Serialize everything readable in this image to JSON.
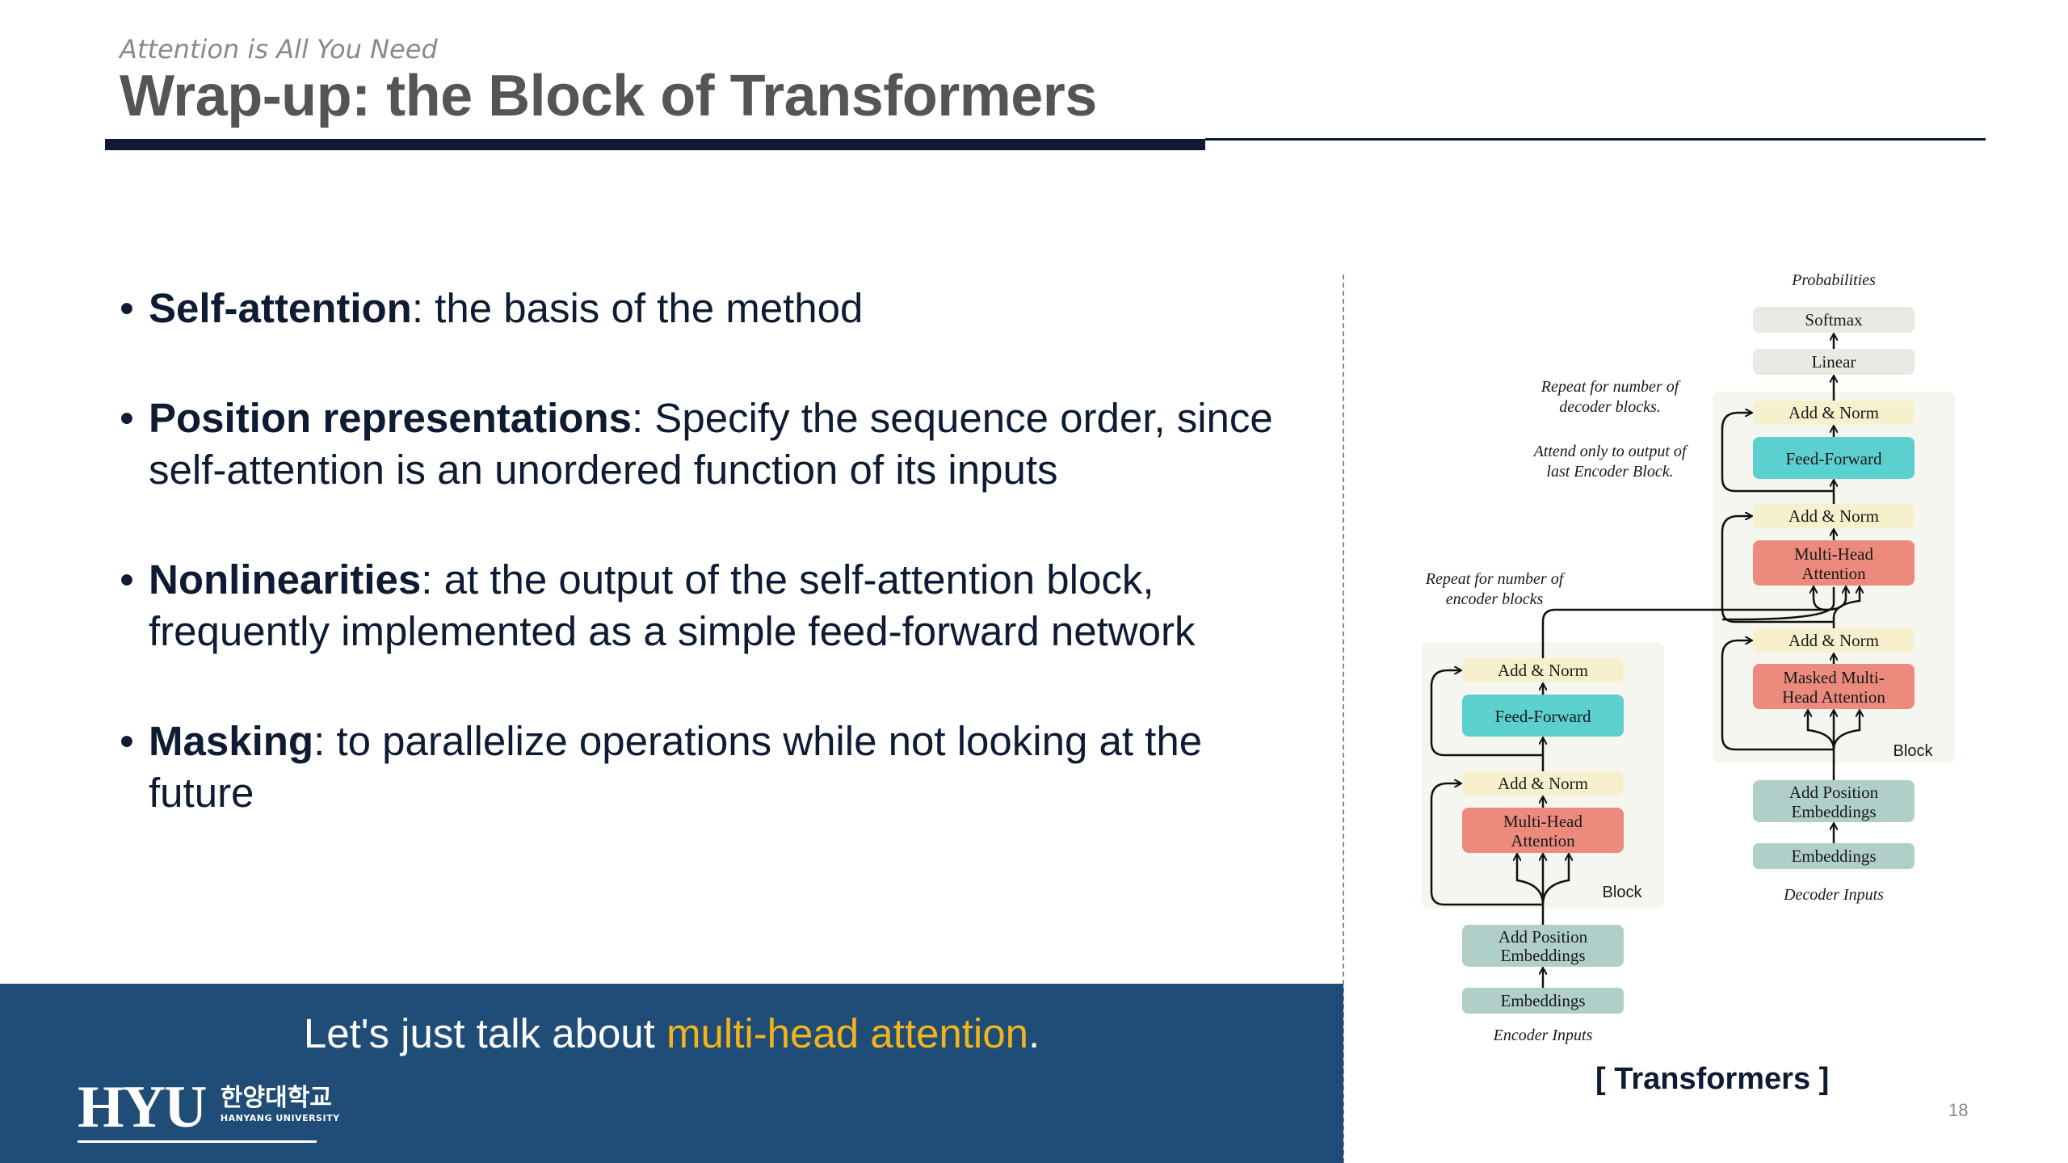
{
  "header": {
    "kicker": "Attention is All You Need",
    "title": "Wrap-up: the Block of Transformers"
  },
  "bullets": [
    {
      "term": "Self-attention",
      "text": ": the basis of the method"
    },
    {
      "term": "Position representations",
      "text": ": Specify the sequence order, since self-attention is an unordered function of its inputs"
    },
    {
      "term": "Nonlinearities",
      "text": ": at the output of the self-attention block, frequently implemented as a simple feed-forward network"
    },
    {
      "term": "Masking",
      "text": ": to parallelize operations while not looking at the future"
    }
  ],
  "banner": {
    "prefix": "Let's just talk about ",
    "highlight": "multi-head attention",
    "suffix": ".",
    "highlight_color": "#f3b31a",
    "background": "#1f4d77"
  },
  "logo": {
    "mark": "HYU",
    "name_ko": "한양대학교",
    "name_en": "HANYANG UNIVERSITY"
  },
  "diagram": {
    "encoder": {
      "add_norm_top": "Add & Norm",
      "feed_forward": "Feed-Forward",
      "add_norm_bottom": "Add & Norm",
      "mha_line1": "Multi-Head",
      "mha_line2": "Attention",
      "block_label": "Block",
      "pos_line1": "Add Position",
      "pos_line2": "Embeddings",
      "embeddings": "Embeddings",
      "inputs": "Encoder Inputs",
      "repeat_line1": "Repeat for number of",
      "repeat_line2": "encoder blocks"
    },
    "decoder": {
      "probabilities": "Probabilities",
      "softmax": "Softmax",
      "linear": "Linear",
      "add_norm_1": "Add & Norm",
      "feed_forward": "Feed-Forward",
      "add_norm_2": "Add & Norm",
      "mha_line1": "Multi-Head",
      "mha_line2": "Attention",
      "add_norm_3": "Add & Norm",
      "masked_line1": "Masked Multi-",
      "masked_line2": "Head Attention",
      "block_label": "Block",
      "pos_line1": "Add Position",
      "pos_line2": "Embeddings",
      "embeddings": "Embeddings",
      "inputs": "Decoder Inputs",
      "repeat_line1": "Repeat for number of",
      "repeat_line2": "decoder blocks.",
      "attend_line1": "Attend only to output of",
      "attend_line2": "last Encoder Block."
    },
    "colors": {
      "add_norm": "#f6f1cc",
      "feed_forward": "#5ccfcf",
      "attention": "#ec8a7e",
      "embedding": "#b0cfc8",
      "top_box": "#e8ebe4",
      "block_bg": "#f6f6f1"
    }
  },
  "caption": "[ Transformers ]",
  "page_number": "18"
}
